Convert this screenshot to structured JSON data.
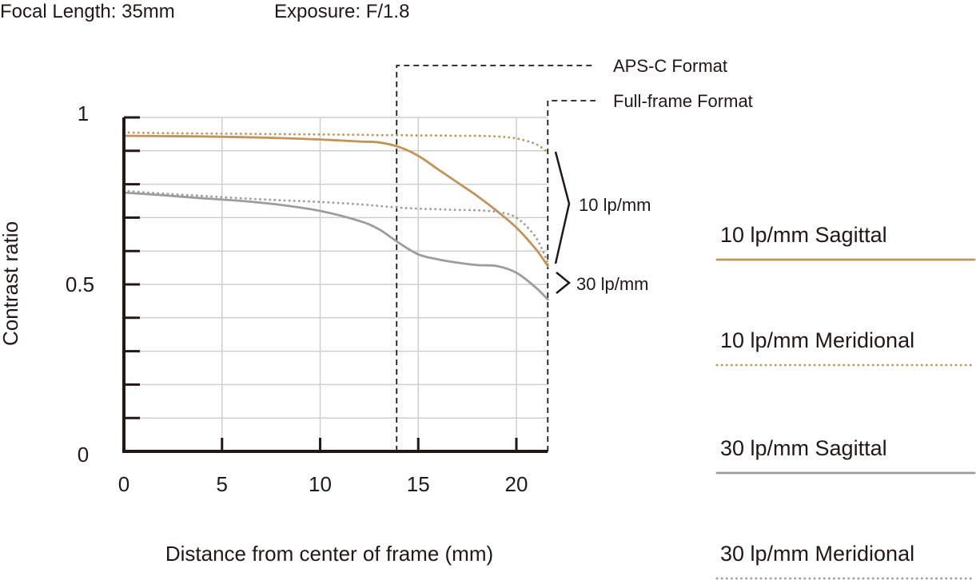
{
  "header": {
    "focal_length": "Focal Length: 35mm",
    "exposure": "Exposure: F/1.8"
  },
  "chart_data": {
    "type": "line",
    "xlabel": "Distance from center of frame (mm)",
    "ylabel": "Contrast ratio",
    "xlim": [
      0,
      21.6
    ],
    "ylim": [
      0,
      1
    ],
    "grid": true,
    "x_ticks": [
      0,
      5,
      10,
      15,
      20
    ],
    "x_tick_labels": [
      "0",
      "5",
      "10",
      "15",
      "20"
    ],
    "y_ticks": [
      0,
      0.5,
      1
    ],
    "y_tick_labels": [
      "0",
      "0.5",
      "1"
    ],
    "x": [
      0,
      2,
      4,
      6,
      8,
      10,
      12,
      13,
      14,
      15,
      16,
      17,
      18,
      19,
      20,
      21,
      21.6
    ],
    "series": [
      {
        "name": "10 lp/mm Sagittal",
        "style": "solid",
        "color": "#c49359",
        "values": [
          0.945,
          0.944,
          0.943,
          0.941,
          0.938,
          0.934,
          0.928,
          0.925,
          0.912,
          0.885,
          0.845,
          0.805,
          0.765,
          0.72,
          0.67,
          0.605,
          0.555
        ]
      },
      {
        "name": "10 lp/mm Meridional",
        "style": "dotted",
        "color": "#c49359",
        "values": [
          0.955,
          0.953,
          0.952,
          0.951,
          0.95,
          0.949,
          0.948,
          0.947,
          0.947,
          0.946,
          0.946,
          0.945,
          0.945,
          0.943,
          0.937,
          0.92,
          0.895
        ]
      },
      {
        "name": "30 lp/mm Sagittal",
        "style": "solid",
        "color": "#9d9d9d",
        "values": [
          0.775,
          0.767,
          0.758,
          0.75,
          0.738,
          0.72,
          0.69,
          0.665,
          0.625,
          0.59,
          0.575,
          0.565,
          0.558,
          0.555,
          0.535,
          0.49,
          0.455
        ]
      },
      {
        "name": "30 lp/mm Meridional",
        "style": "dotted",
        "color": "#9d9d9d",
        "values": [
          0.78,
          0.772,
          0.765,
          0.758,
          0.752,
          0.747,
          0.74,
          0.735,
          0.73,
          0.727,
          0.725,
          0.723,
          0.722,
          0.717,
          0.7,
          0.64,
          0.565
        ]
      }
    ],
    "markers": [
      {
        "label": "APS-C Format",
        "x": 13.9
      },
      {
        "label": "Full-frame Format",
        "x": 21.6
      }
    ],
    "annotations": [
      {
        "label": "10 lp/mm"
      },
      {
        "label": "30 lp/mm"
      }
    ],
    "legend_position": "right"
  }
}
